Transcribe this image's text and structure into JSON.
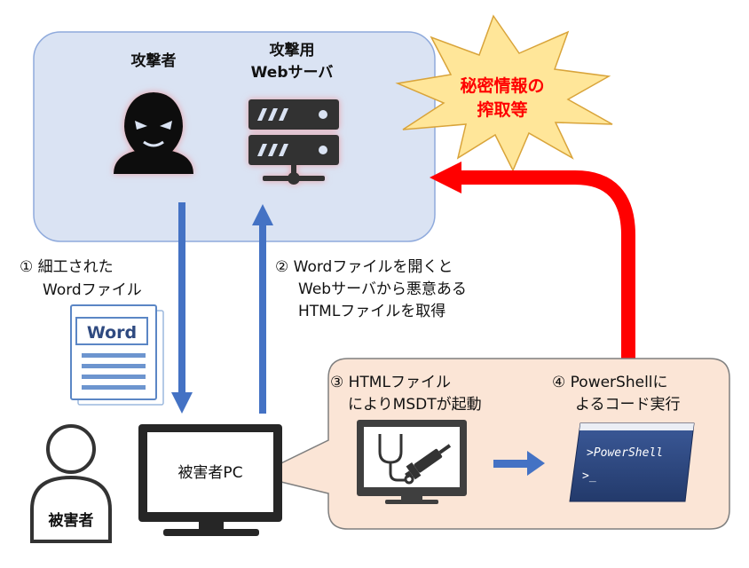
{
  "attacker_zone": {
    "attacker_label": "攻撃者",
    "server_label": [
      "攻撃用",
      "Webサーバ"
    ]
  },
  "burst_label": [
    "秘密情報の",
    "搾取等"
  ],
  "step1_label": [
    "① 細工された",
    "Wordファイル"
  ],
  "word_doc_label": "Word",
  "step2_label": [
    "② Wordファイルを開くと",
    "Webサーバから悪意ある",
    "HTMLファイルを取得"
  ],
  "step3_label": [
    "③ HTMLファイル",
    "によりMSDTが起動"
  ],
  "step4_label": [
    "④ PowerShellに",
    "よるコード実行"
  ],
  "powershell_lines": [
    ">PowerShell",
    ">_"
  ],
  "victim_pc_label": "被害者PC",
  "victim_label": "被害者",
  "colors": {
    "attacker_zone_fill": "#dae3f3",
    "attacker_zone_stroke": "#8faadc",
    "callout_fill": "#fbe5d6",
    "blue_arrow": "#4472c4",
    "red_arrow": "#ff0000",
    "burst_fill": "#ffe699",
    "burst_text": "#ff0000",
    "powershell_bg": "#2f4a80"
  }
}
